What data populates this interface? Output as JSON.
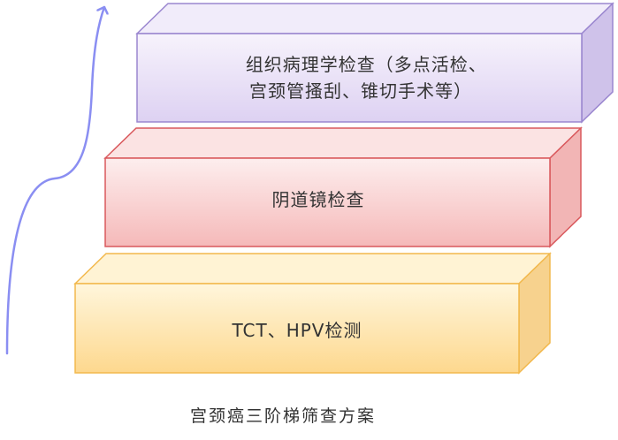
{
  "steps": [
    {
      "lines": [
        "TCT、HPV检测"
      ],
      "front_color": "#fddfa0",
      "side_color": "#f6d08a",
      "border_color": "#f2b84c"
    },
    {
      "lines": [
        "阴道镜检查"
      ],
      "front_color": "#f7c6c6",
      "side_color": "#f0b2b2",
      "border_color": "#d9585c"
    },
    {
      "lines": [
        "组织病理学检查（多点活检、",
        "宫颈管搔刮、锥切手术等）"
      ],
      "front_color": "#e6ddf6",
      "side_color": "#cfc0ea",
      "border_color": "#9a86cf"
    }
  ],
  "arrow_color": "#8a8ef2",
  "caption": "宫颈癌三阶梯筛查方案"
}
